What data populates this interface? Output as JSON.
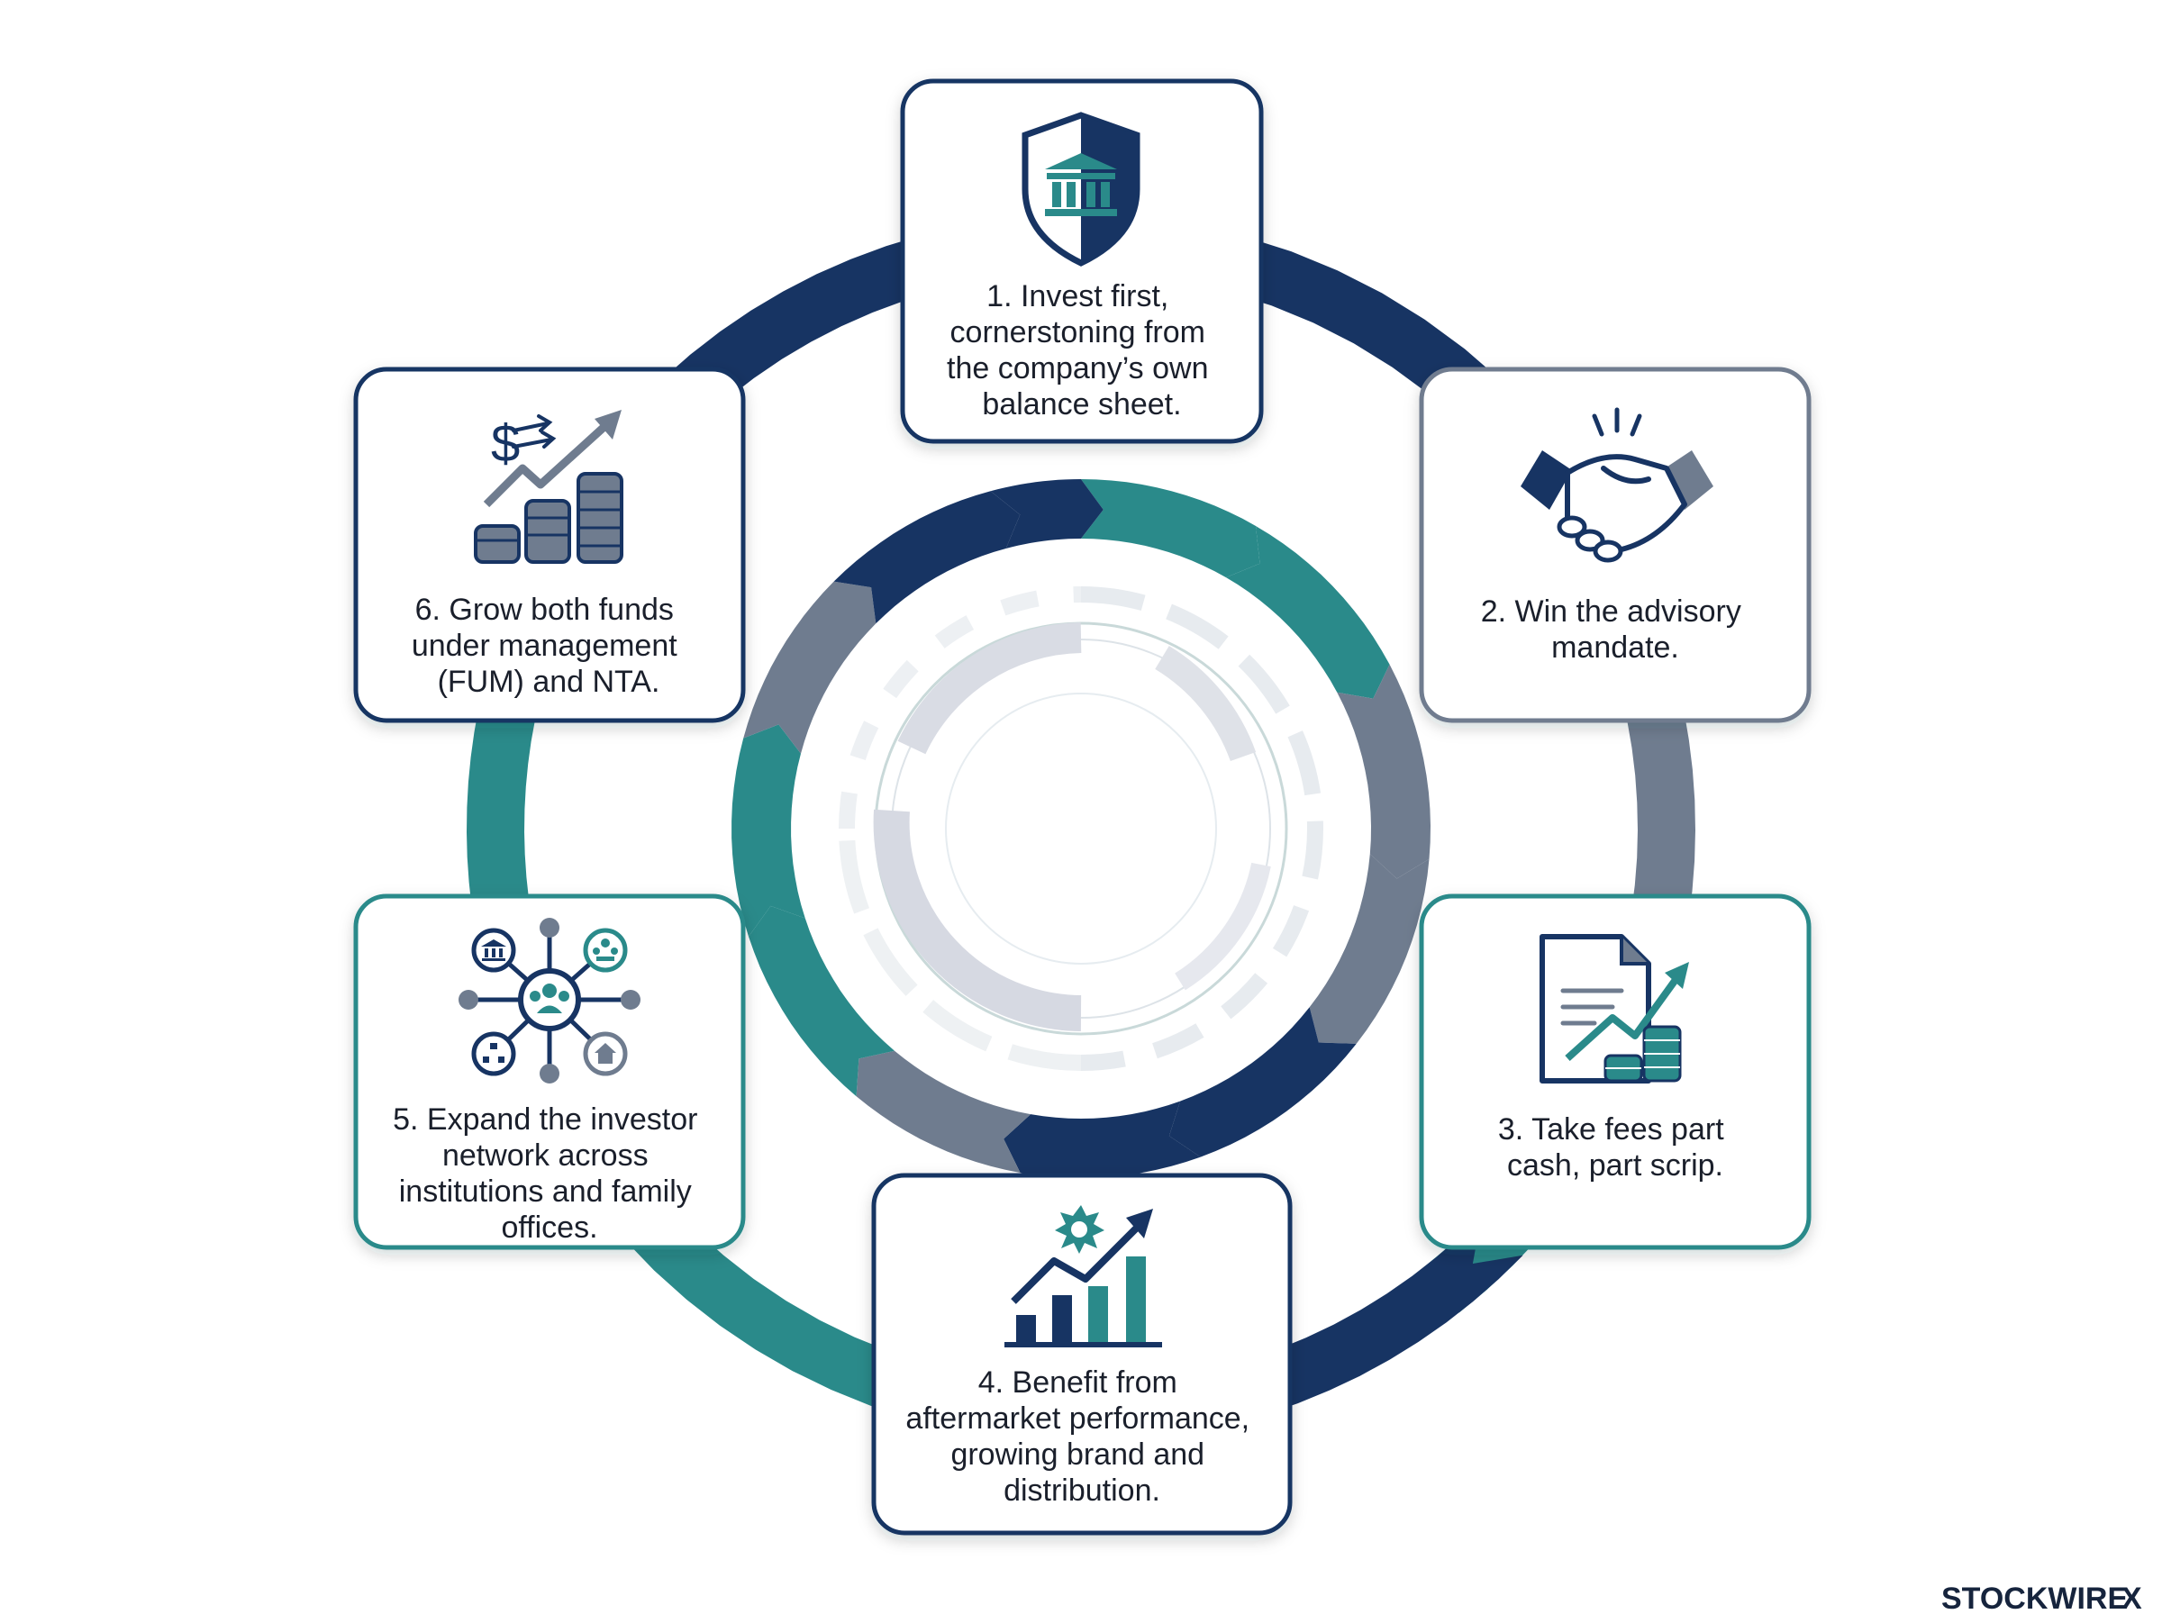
{
  "colors": {
    "navy": "#173463",
    "teal": "#2a8a8a",
    "slate": "#6f7c8f",
    "text": "#1a1f2b",
    "card_bg": "#ffffff"
  },
  "steps": [
    {
      "number": "1",
      "lines": [
        "1. Invest first,",
        "cornerstoning from",
        "the company’s own",
        "balance sheet."
      ],
      "icon": "shield-bank-icon",
      "border": "#173463"
    },
    {
      "number": "2",
      "lines": [
        "2. Win the advisory",
        "mandate."
      ],
      "icon": "handshake-icon",
      "border": "#6f7c8f"
    },
    {
      "number": "3",
      "lines": [
        "3. Take fees part",
        "cash, part scrip."
      ],
      "icon": "document-growth-coins-icon",
      "border": "#2a8a8a"
    },
    {
      "number": "4",
      "lines": [
        "4. Benefit from",
        "aftermarket performance,",
        "growing brand and",
        "distribution."
      ],
      "icon": "bar-chart-growth-icon",
      "border": "#173463"
    },
    {
      "number": "5",
      "lines": [
        "5. Expand the investor",
        "network across",
        "institutions and family",
        "offices."
      ],
      "icon": "investor-network-icon",
      "border": "#2a8a8a"
    },
    {
      "number": "6",
      "lines": [
        "6. Grow both funds",
        "under management",
        "(FUM) and NTA."
      ],
      "icon": "dollar-growth-coins-icon",
      "border": "#173463"
    }
  ],
  "brand": {
    "name": "STOCKWIRE",
    "mark": "X"
  }
}
